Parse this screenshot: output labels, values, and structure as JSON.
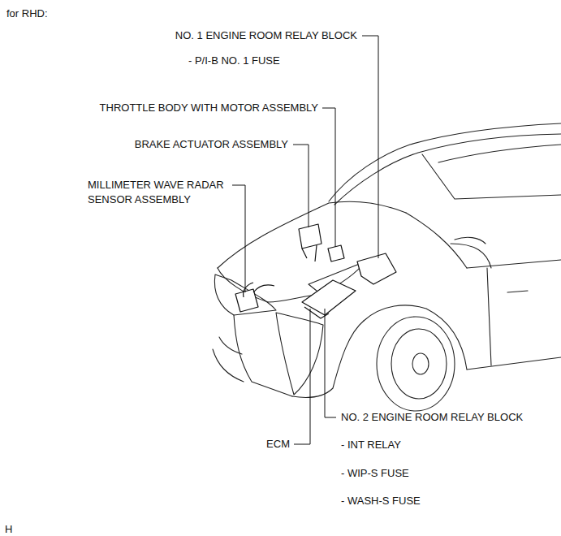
{
  "diagram": {
    "title": "for RHD:",
    "labels": [
      "NO. 1 ENGINE ROOM RELAY BLOCK",
      "- P/I-B NO. 1 FUSE",
      "THROTTLE BODY WITH MOTOR ASSEMBLY",
      "BRAKE ACTUATOR ASSEMBLY",
      "MILLIMETER WAVE RADAR SENSOR ASSEMBLY",
      "NO. 2 ENGINE ROOM RELAY BLOCK",
      "ECM",
      "- INT RELAY",
      "- WIP-S FUSE",
      "- WASH-S FUSE",
      "H"
    ]
  }
}
